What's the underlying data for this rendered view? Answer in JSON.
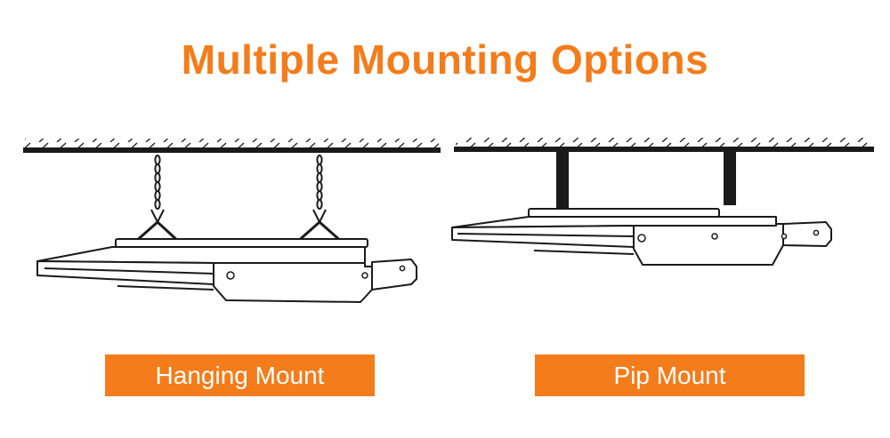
{
  "title": "Multiple Mounting Options",
  "options": [
    {
      "label": "Hanging Mount"
    },
    {
      "label": "Pip Mount"
    }
  ],
  "colors": {
    "accent": "#f47c1b",
    "line": "#1a1a1a",
    "background": "#ffffff"
  }
}
